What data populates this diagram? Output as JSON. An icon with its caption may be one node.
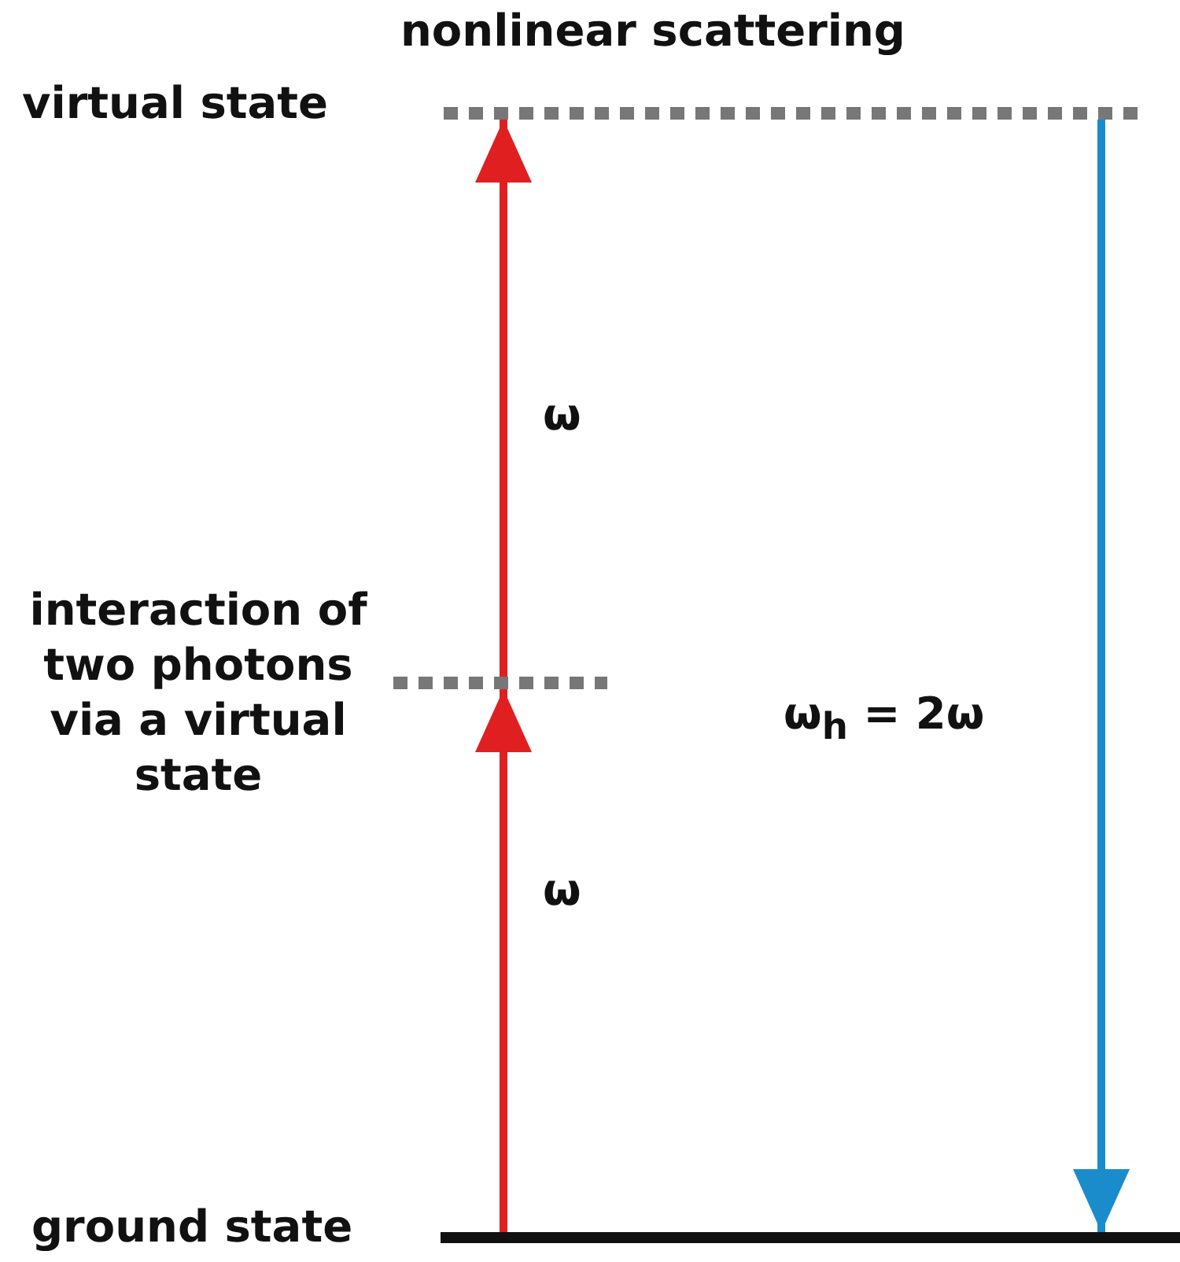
{
  "diagram": {
    "title": "nonlinear scattering",
    "nodes": [
      {
        "text": [],
        "shape": "bar",
        "beside": [
          "virtual state"
        ]
      },
      {
        "text": [],
        "shape": "bar",
        "beside": [
          "interaction of two photons via a virtual state"
        ]
      },
      {
        "text": [],
        "shape": "bar",
        "beside": [
          "ground state"
        ]
      }
    ],
    "edges": [
      {
        "from": 2,
        "to": 1,
        "arrow": "to",
        "label": "ω"
      },
      {
        "from": 1,
        "to": 0,
        "arrow": "to",
        "label": "ω"
      },
      {
        "from": 0,
        "to": 2,
        "arrow": "to",
        "label": "ω$_{h}$ = 2ω",
        "color": "#1a8ccc"
      }
    ]
  }
}
